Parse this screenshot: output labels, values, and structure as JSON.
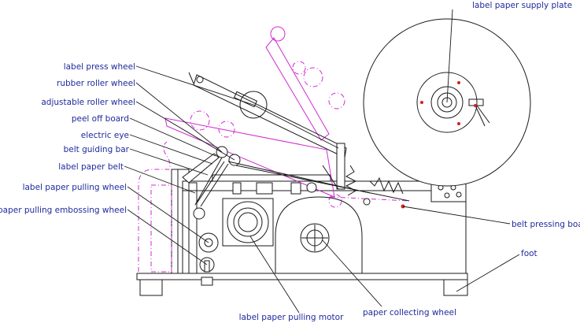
{
  "labels": {
    "supply_plate": "label paper supply plate",
    "press_wheel": "label press wheel",
    "rubber_roller": "rubber roller wheel",
    "adjustable_roller": "adjustable roller wheel",
    "peel_off_board": "peel off board",
    "electric_eye": "electric eye",
    "belt_guiding_bar": "belt guiding bar",
    "paper_belt": "label paper belt",
    "pulling_wheel": "label paper pulling wheel",
    "embossing_wheel": "label paper pulling embossing wheel",
    "belt_pressing_board": "belt pressing board",
    "foot": "foot",
    "pulling_motor": "label paper pulling motor",
    "collecting_wheel": "paper collecting wheel"
  },
  "colors": {
    "label_text": "#1f2a9c",
    "drawing_line": "#1a1a1a",
    "hidden_line": "#d12ad1",
    "marker": "#d12020"
  }
}
